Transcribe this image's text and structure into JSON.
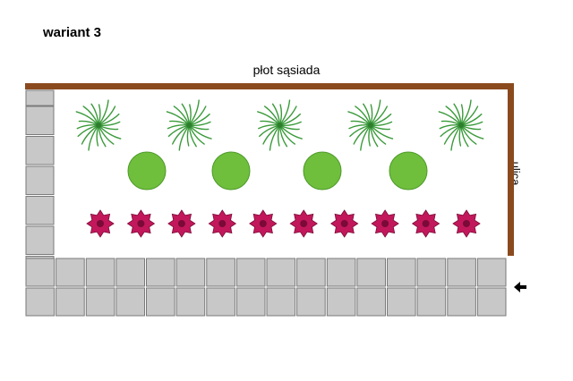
{
  "title": "wariant 3",
  "labels": {
    "fence": "płot sąsiada",
    "street": "ulica"
  },
  "plan": {
    "grasses_count": 5,
    "shrubs_count": 4,
    "flowers_count": 10,
    "path_rows": 2,
    "path_columns": 16,
    "side_column_tiles": 6
  },
  "colors": {
    "fence": "#8b4a1e",
    "tile_fill": "#c8c8c8",
    "tile_border": "#7a7a7a",
    "grass": "#3a9a3a",
    "shrub": "#6fbf3c",
    "shrub_edge": "#4d9a2a",
    "flower": "#c2185b",
    "flower_dark": "#7a0a38",
    "arrow": "#000000"
  },
  "icons": {
    "entrance": "arrow-left-icon"
  }
}
